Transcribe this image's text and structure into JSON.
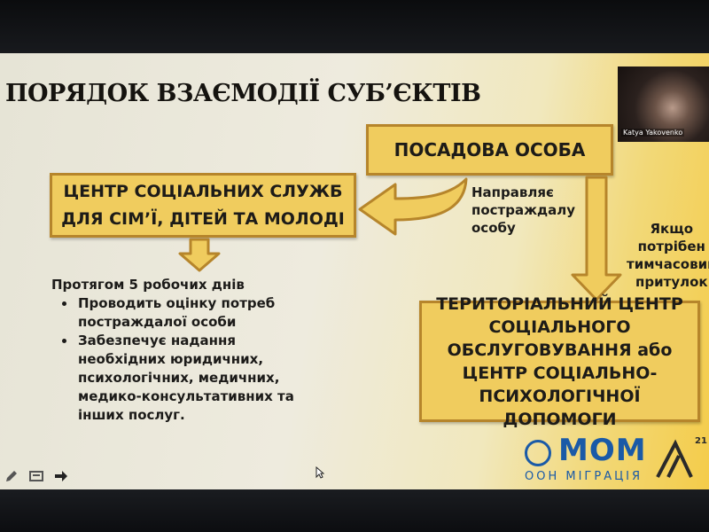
{
  "slide": {
    "title": "ПОРЯДОК ВЗАЄМОДІЇ СУБ’ЄКТІВ",
    "official_box": "ПОСАДОВА ОСОБА",
    "center_box": "ЦЕНТР СОЦІАЛЬНИХ СЛУЖБ\nДЛЯ СІМ’Ї, ДІТЕЙ ТА МОЛОДІ",
    "directs_label": "Направляє\nпостраждалу\nособу",
    "shelter_label": "Якщо\nпотрібен\nтимчасовий\nпритулок",
    "territorial_box": "ТЕРИТОРІАЛЬНИЙ ЦЕНТР\nСОЦІАЛЬНОГО\nОБСЛУГОВУВАННЯ або\nЦЕНТР СОЦІАЛЬНО-\nПСИХОЛОГІЧНОЇ ДОПОМОГИ",
    "days_heading": "Протягом 5 робочих днів",
    "bullets": [
      "Проводить оцінку потреб\nпостраждалої особи",
      "Забезпечує надання\nнеобхідних юридичних,\nпсихологічних, медичних,\nмедико-консультативних та\nінших послуг."
    ],
    "logo_text": "МОМ",
    "logo_subtext": "ООН МІГРАЦІЯ",
    "logo2_number": "21"
  },
  "webcam": {
    "participant_name": "Katya Yakovenko"
  },
  "toolbar": {
    "icons": [
      "pen-icon",
      "slides-icon",
      "next-arrow-icon"
    ]
  },
  "colors": {
    "box_fill": "#f0cc5e",
    "box_border": "#b6852b",
    "logo_blue": "#1a5aa7"
  }
}
